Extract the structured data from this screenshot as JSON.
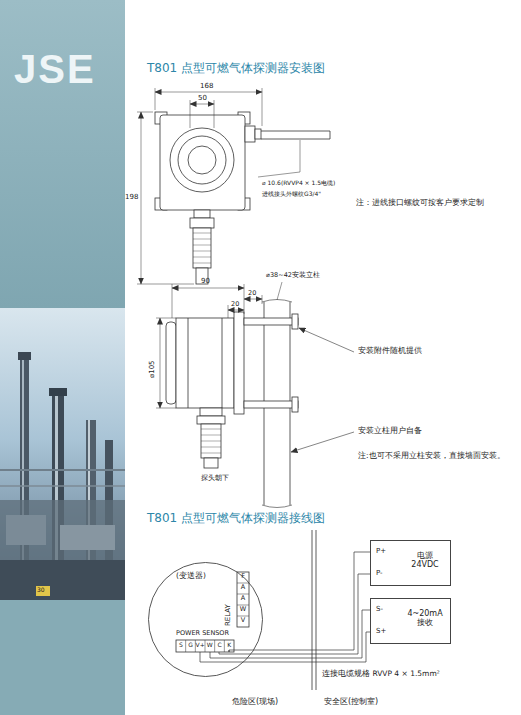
{
  "diagram": {
    "title": "T801 点型可燃气体探测器安装图",
    "nodes": [
      {
        "text": [
          "(变送器)"
        ]
      },
      {
        "text": [
          "P+",
          "P-",
          "电源 24VDC"
        ]
      },
      {
        "text": [
          "S-",
          "S+",
          "4~20mA 接收"
        ]
      }
    ],
    "edges": [
      {
        "from": 0,
        "to": 1,
        "arrow": "none"
      },
      {
        "from": 0,
        "to": 2,
        "arrow": "none"
      }
    ],
    "labels": [
      "JSE",
      "168",
      "50",
      "198",
      "⌀ 10.6(RVVP4 × 1.5电缆)",
      "进线接头外螺纹G3/4\"",
      "注：进线接口螺纹可按客户要求定制",
      "90",
      "20",
      "20",
      "⌀38~42安装立柱",
      "⌀105",
      "安装附件随机提供",
      "安装立柱用户自备",
      "注:也可不采用立柱安装，直接墙面安装。",
      "探头朝下",
      "T801 点型可燃气体探测器接线图",
      "RELAY",
      "F",
      "A",
      "A",
      "W",
      "V",
      "POWER SENSOR",
      "S",
      "G",
      "V+",
      "W",
      "C",
      "K",
      "连接电缆规格 RVVP 4 × 1.5mm²",
      "危险区(现场)",
      "安全区(控制室)",
      "30"
    ]
  }
}
